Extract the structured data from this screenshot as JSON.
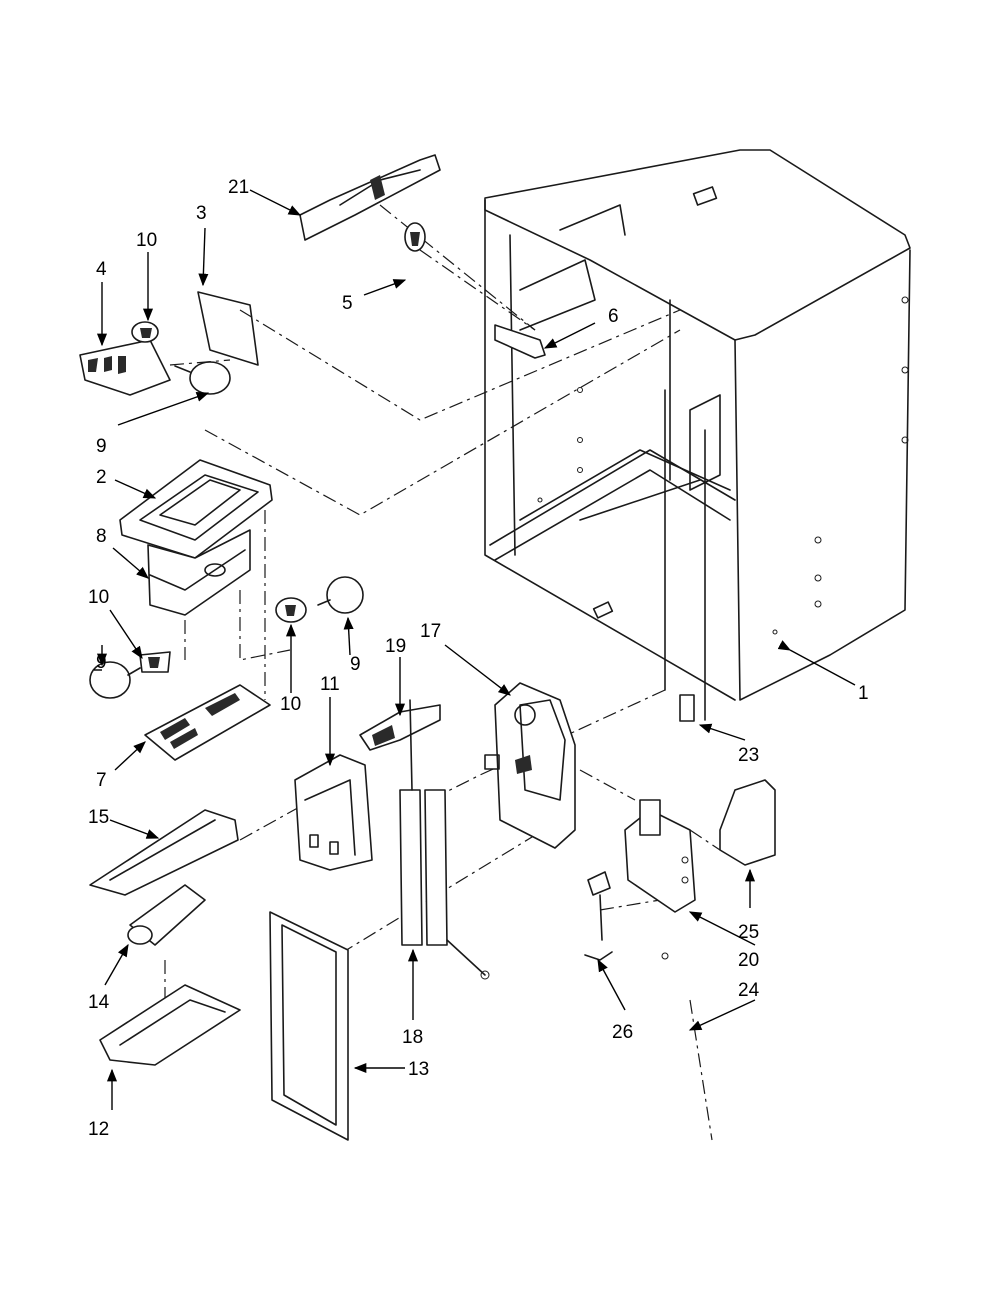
{
  "callouts": [
    {
      "id": "c1",
      "text": "1"
    },
    {
      "id": "c2",
      "text": "2"
    },
    {
      "id": "c3",
      "text": "3"
    },
    {
      "id": "c4",
      "text": "4"
    },
    {
      "id": "c5",
      "text": "5"
    },
    {
      "id": "c6",
      "text": "6"
    },
    {
      "id": "c7",
      "text": "7"
    },
    {
      "id": "c8",
      "text": "8"
    },
    {
      "id": "c9a",
      "text": "9"
    },
    {
      "id": "c9b",
      "text": "9"
    },
    {
      "id": "c9c",
      "text": "9"
    },
    {
      "id": "c10a",
      "text": "10"
    },
    {
      "id": "c10b",
      "text": "10"
    },
    {
      "id": "c10c",
      "text": "10"
    },
    {
      "id": "c11",
      "text": "11"
    },
    {
      "id": "c12",
      "text": "12"
    },
    {
      "id": "c13",
      "text": "13"
    },
    {
      "id": "c14",
      "text": "14"
    },
    {
      "id": "c15",
      "text": "15"
    },
    {
      "id": "c17",
      "text": "17"
    },
    {
      "id": "c18",
      "text": "18"
    },
    {
      "id": "c19",
      "text": "19"
    },
    {
      "id": "c20",
      "text": "20"
    },
    {
      "id": "c21",
      "text": "21"
    },
    {
      "id": "c23",
      "text": "23"
    },
    {
      "id": "c24",
      "text": "24"
    },
    {
      "id": "c25",
      "text": "25"
    },
    {
      "id": "c26",
      "text": "26"
    }
  ]
}
